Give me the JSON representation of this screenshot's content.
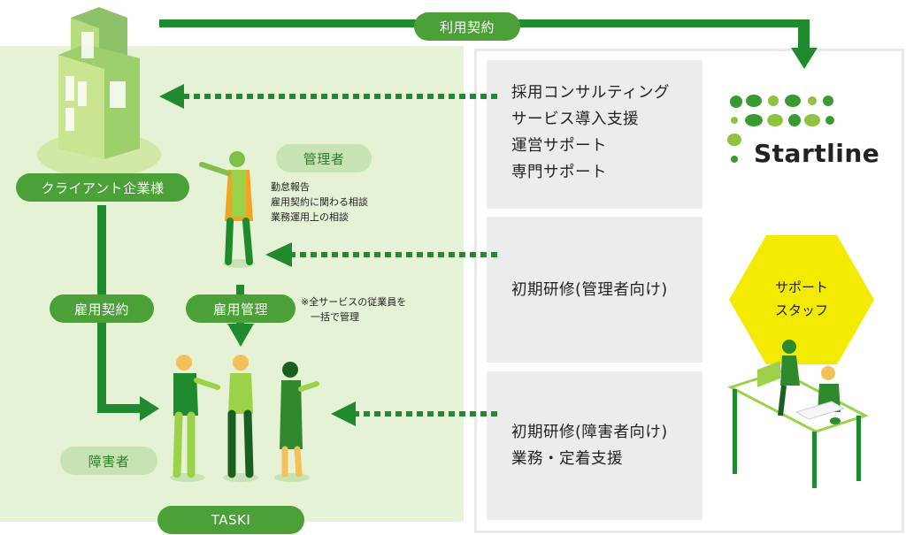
{
  "contract_label": "利用契約",
  "client_label": "クライアント企業様",
  "manager_label": "管理者",
  "manager_notes": "勤怠報告\n雇用契約に関わる相談\n業務運用上の相談",
  "employment_contract_label": "雇用契約",
  "employment_management_label": "雇用管理",
  "management_note": "※全サービスの従業員を\n　一括で管理",
  "disabled_label": "障害者",
  "taski_label": "TASKI",
  "services": [
    {
      "text": "採用コンサルティング\nサービス導入支援\n運営サポート\n専門サポート"
    },
    {
      "text": "初期研修(管理者向け)"
    },
    {
      "text": "初期研修(障害者向け)\n業務・定着支援"
    }
  ],
  "brand_name": "Startline",
  "support_staff_label": "サポート\nスタッフ",
  "colors": {
    "green_dark": "#1f8a2e",
    "green_mid": "#4ba038",
    "green_light": "#c8e3b3",
    "panel_green": "#e6f2d6",
    "hexagon": "#f2ea00"
  }
}
